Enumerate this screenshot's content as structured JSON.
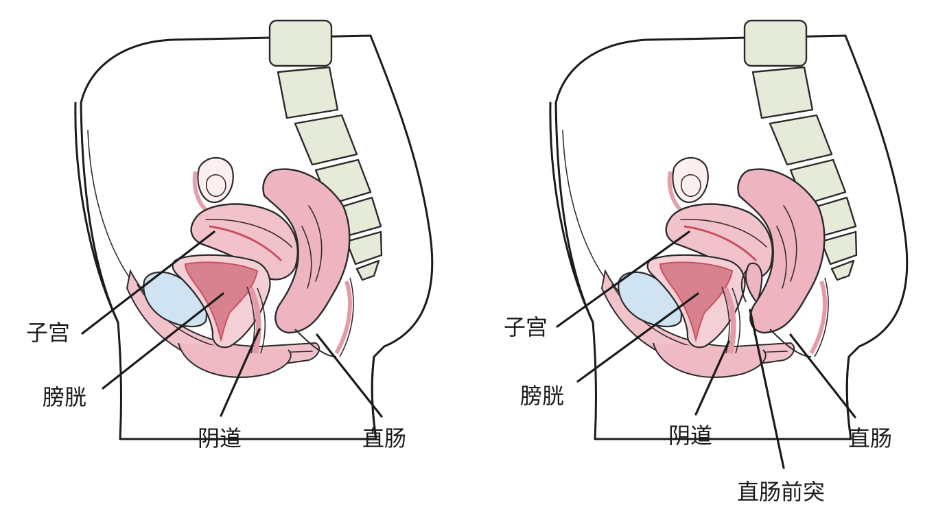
{
  "colors": {
    "skin": "#f7e3da",
    "skin_light": "#fbeee8",
    "tissue_pink": "#f2c2cb",
    "uterus_inner": "#d9828f",
    "uterus_line": "#c8505e",
    "bladder_blue": "#cfe3f2",
    "rectum_pink": "#eeb5c0",
    "spine_bone": "#e6ead8",
    "outline": "#1b1b1b"
  },
  "figures": [
    {
      "id": "normal",
      "labels": {
        "uterus": "子宫",
        "bladder": "膀胱",
        "vagina": "阴道",
        "rectum": "直肠"
      }
    },
    {
      "id": "rectocele",
      "labels": {
        "uterus": "子宫",
        "bladder": "膀胱",
        "vagina": "阴道",
        "rectum": "直肠",
        "rectocele": "直肠前突"
      }
    }
  ]
}
